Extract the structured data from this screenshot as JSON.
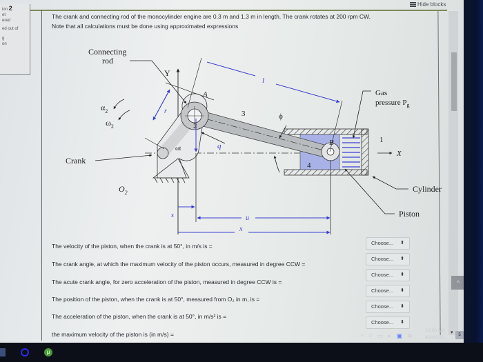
{
  "header": {
    "hide_blocks_label": "Hide blocks",
    "hide_blocks_icon": "list-icon"
  },
  "sidebar": {
    "question_prefix": "ion",
    "question_number": "2",
    "lines": [
      "et",
      "ered",
      "ed out of",
      "g",
      "on"
    ]
  },
  "question": {
    "line1": "The crank and connecting rod of the monocylinder engine are 0.3 m and 1.3 m in length. The crank rotates at 200 rpm CW.",
    "line2": "Note that all calculations must be done using approximated  expressions"
  },
  "diagram": {
    "labels": {
      "connecting_rod": [
        "Connecting",
        "rod"
      ],
      "crank": "Crank",
      "cylinder": "Cylinder",
      "piston": "Piston",
      "gas_pressure": [
        "Gas",
        "pressure P"
      ],
      "gas_pressure_sub": "g",
      "y_axis": "Y",
      "x_axis": "X",
      "point_a": "A",
      "point_b": "B",
      "o2": "O",
      "o2_sub": "2",
      "alpha2": "α",
      "alpha2_sub": "2",
      "omega2": "ω",
      "omega2_sub": "2",
      "omega_t": "ωt",
      "r": "r",
      "l": "l",
      "q": "q",
      "phi": "ϕ",
      "s": "s",
      "u": "u",
      "x": "x",
      "link1": "1",
      "link2": "2",
      "link3": "3",
      "link4": "4"
    },
    "accent_color": "#3a3fd0"
  },
  "answers": [
    {
      "label": "The velocity of the piston, when the crank is at 50°, in m/s is =",
      "select": "Choose..."
    },
    {
      "label": "The crank angle, at which the maximum velocity of the piston occurs,  measured in degree CCW =",
      "select": "Choose..."
    },
    {
      "label": "The acute crank angle, for zero acceleration of the piston,  measured in degree CCW is =",
      "select": "Choose..."
    },
    {
      "label": "The position of the piston, when the crank is at 50°, measured from O₂ in m,  is =",
      "select": "Choose..."
    },
    {
      "label": "The acceleration of the piston, when the crank is at 50°, in m/s² is =",
      "select": "Choose..."
    },
    {
      "label": "the maximum velocity of the piston is (in m/s) =",
      "select": "Choose..."
    }
  ],
  "scroll": {
    "back_to_top": "^",
    "down_arrow": "▾"
  },
  "taskbar": {
    "time": "12:00 AM",
    "date": "4/24/2021",
    "notification_count": "5",
    "tray_icons": [
      "chevron-up-icon",
      "camera-icon",
      "battery-icon",
      "volume-icon",
      "screen-icon",
      "wifi-icon"
    ],
    "app_icons": [
      "cortana-icon",
      "torrent-icon"
    ]
  }
}
